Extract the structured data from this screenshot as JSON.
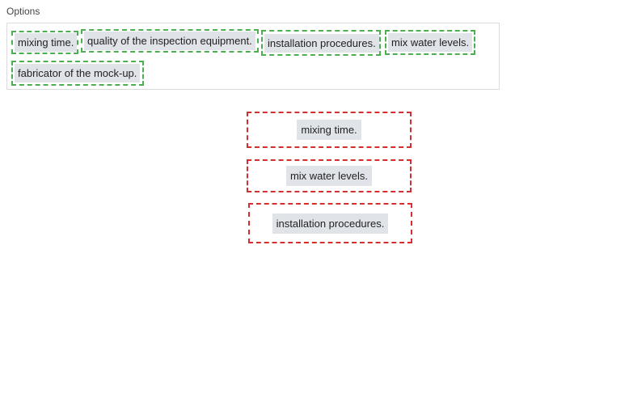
{
  "options": {
    "label": "Options",
    "items": [
      "mixing time.",
      "quality of the inspection equipment.",
      "installation procedures.",
      "mix water levels.",
      "fabricator of the mock-up."
    ]
  },
  "drop_zones": [
    "mixing time.",
    "mix water levels.",
    "installation procedures."
  ],
  "colors": {
    "option_border": "#4caf50",
    "zone_border": "#d32f2f",
    "chip_bg": "#e0e3e8"
  }
}
